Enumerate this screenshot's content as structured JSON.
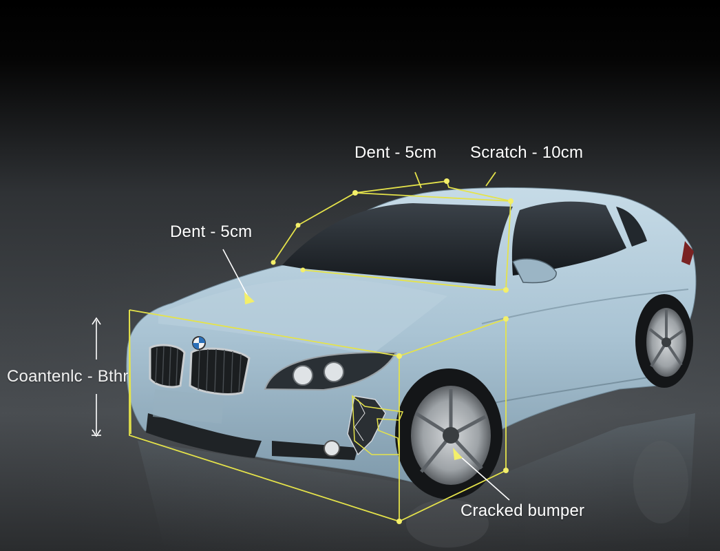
{
  "colors": {
    "background_top": "#000000",
    "background_floor": "#4a4e52",
    "car_paint": "#a9c3d3",
    "annotation_line": "#e5e34a",
    "label_text": "#ffffff"
  },
  "annotations": {
    "dent_roof": "Dent - 5cm",
    "scratch_roof": "Scratch - 10cm",
    "dent_hood": "Dent - 5cm",
    "clearance": "Coantenlc - Bthr",
    "cracked_bumper": "Cracked bumper"
  }
}
